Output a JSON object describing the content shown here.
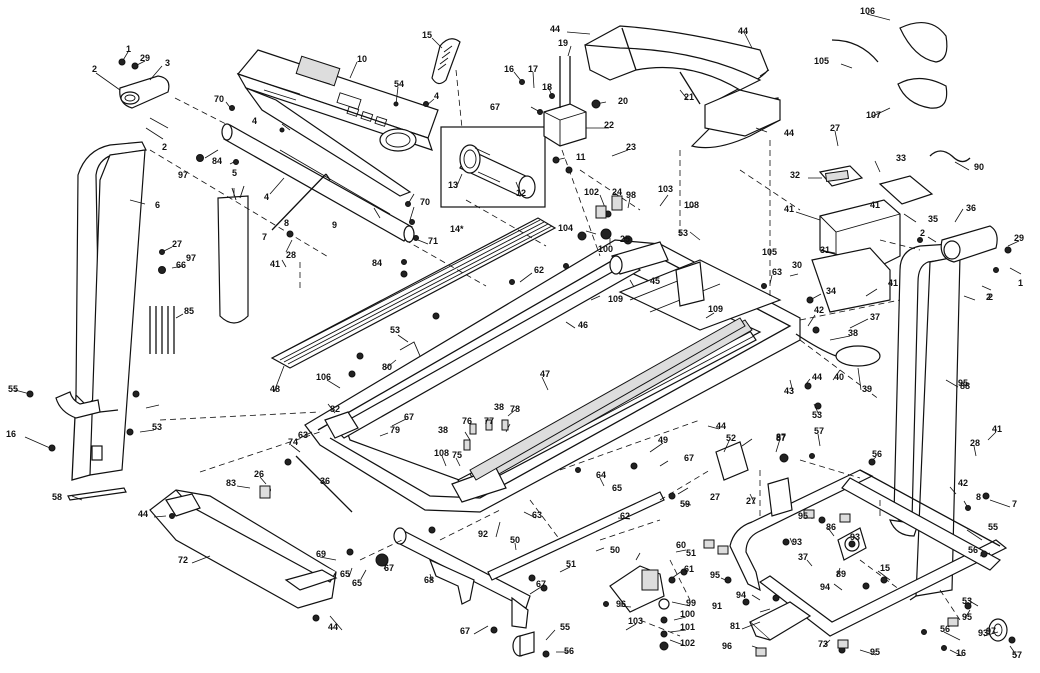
{
  "diagram": {
    "callouts": [
      {
        "id": "c1",
        "text": "1"
      },
      {
        "id": "c2",
        "text": "2"
      },
      {
        "id": "c3",
        "text": "3"
      },
      {
        "id": "c29a",
        "text": "29"
      },
      {
        "id": "c2b",
        "text": "2"
      },
      {
        "id": "c6",
        "text": "6"
      },
      {
        "id": "c97a",
        "text": "97"
      },
      {
        "id": "c70a",
        "text": "70"
      },
      {
        "id": "c84a",
        "text": "84"
      },
      {
        "id": "c5",
        "text": "5"
      },
      {
        "id": "c4a",
        "text": "4"
      },
      {
        "id": "c4b",
        "text": "4"
      },
      {
        "id": "c7",
        "text": "7"
      },
      {
        "id": "c8",
        "text": "8"
      },
      {
        "id": "c9",
        "text": "9"
      },
      {
        "id": "c10",
        "text": "10"
      },
      {
        "id": "c54",
        "text": "54"
      },
      {
        "id": "c4c",
        "text": "4"
      },
      {
        "id": "c15",
        "text": "15"
      },
      {
        "id": "c44a",
        "text": "44"
      },
      {
        "id": "c44b",
        "text": "44"
      },
      {
        "id": "c21",
        "text": "21"
      },
      {
        "id": "c44c",
        "text": "44"
      },
      {
        "id": "c16",
        "text": "16"
      },
      {
        "id": "c17",
        "text": "17"
      },
      {
        "id": "c18",
        "text": "18"
      },
      {
        "id": "c19",
        "text": "19"
      },
      {
        "id": "c20",
        "text": "20"
      },
      {
        "id": "c67a",
        "text": "67"
      },
      {
        "id": "c22",
        "text": "22"
      },
      {
        "id": "c11",
        "text": "11"
      },
      {
        "id": "c23",
        "text": "23"
      },
      {
        "id": "c13",
        "text": "13"
      },
      {
        "id": "c12",
        "text": "12"
      },
      {
        "id": "c14",
        "text": "14*"
      },
      {
        "id": "c106a",
        "text": "106"
      },
      {
        "id": "c105",
        "text": "105"
      },
      {
        "id": "c107",
        "text": "107"
      },
      {
        "id": "c27a",
        "text": "27"
      },
      {
        "id": "c90",
        "text": "90"
      },
      {
        "id": "c33",
        "text": "33"
      },
      {
        "id": "c32",
        "text": "32"
      },
      {
        "id": "c35",
        "text": "35"
      },
      {
        "id": "c41a",
        "text": "41"
      },
      {
        "id": "c41b",
        "text": "41"
      },
      {
        "id": "c31",
        "text": "31"
      },
      {
        "id": "c36",
        "text": "36"
      },
      {
        "id": "c29b",
        "text": "29"
      },
      {
        "id": "c2c",
        "text": "2"
      },
      {
        "id": "c1b",
        "text": "1"
      },
      {
        "id": "c2d",
        "text": "2"
      },
      {
        "id": "c97b",
        "text": "97"
      },
      {
        "id": "c70b",
        "text": "70"
      },
      {
        "id": "c71",
        "text": "71"
      },
      {
        "id": "c41c",
        "text": "41"
      },
      {
        "id": "c28a",
        "text": "28"
      },
      {
        "id": "c84b",
        "text": "84"
      },
      {
        "id": "c27b",
        "text": "27"
      },
      {
        "id": "c66",
        "text": "66"
      },
      {
        "id": "c85",
        "text": "85"
      },
      {
        "id": "c102a",
        "text": "102"
      },
      {
        "id": "c24",
        "text": "24"
      },
      {
        "id": "c98",
        "text": "98"
      },
      {
        "id": "c103a",
        "text": "103"
      },
      {
        "id": "c108a",
        "text": "108"
      },
      {
        "id": "c104",
        "text": "104"
      },
      {
        "id": "c100a",
        "text": "100"
      },
      {
        "id": "c25",
        "text": "25"
      },
      {
        "id": "c53a",
        "text": "53"
      },
      {
        "id": "c105b",
        "text": "105"
      },
      {
        "id": "c63a",
        "text": "63"
      },
      {
        "id": "c30",
        "text": "30"
      },
      {
        "id": "c34",
        "text": "34"
      },
      {
        "id": "c41d",
        "text": "41"
      },
      {
        "id": "c2e",
        "text": "2"
      },
      {
        "id": "c62",
        "text": "62"
      },
      {
        "id": "c45",
        "text": "45"
      },
      {
        "id": "c109a",
        "text": "109"
      },
      {
        "id": "c109b",
        "text": "109"
      },
      {
        "id": "c46",
        "text": "46"
      },
      {
        "id": "c42",
        "text": "42"
      },
      {
        "id": "c37",
        "text": "37"
      },
      {
        "id": "c38",
        "text": "38"
      },
      {
        "id": "c40",
        "text": "40"
      },
      {
        "id": "c39",
        "text": "39"
      },
      {
        "id": "c48",
        "text": "48"
      },
      {
        "id": "c53b",
        "text": "53"
      },
      {
        "id": "c80",
        "text": "80"
      },
      {
        "id": "c55a",
        "text": "55"
      },
      {
        "id": "c95a",
        "text": "95"
      },
      {
        "id": "c106b",
        "text": "106"
      },
      {
        "id": "c47",
        "text": "47"
      },
      {
        "id": "c43",
        "text": "43"
      },
      {
        "id": "c44d",
        "text": "44"
      },
      {
        "id": "c53c",
        "text": "53"
      },
      {
        "id": "c88",
        "text": "88"
      },
      {
        "id": "c16b",
        "text": "16"
      },
      {
        "id": "c53d",
        "text": "53"
      },
      {
        "id": "c82",
        "text": "82"
      },
      {
        "id": "c67b",
        "text": "67"
      },
      {
        "id": "c87a",
        "text": "87"
      },
      {
        "id": "c74",
        "text": "74"
      },
      {
        "id": "c63b",
        "text": "63"
      },
      {
        "id": "c79",
        "text": "79"
      },
      {
        "id": "c38b",
        "text": "38"
      },
      {
        "id": "c76",
        "text": "76"
      },
      {
        "id": "c77",
        "text": "77"
      },
      {
        "id": "c38c",
        "text": "38"
      },
      {
        "id": "c78",
        "text": "78"
      },
      {
        "id": "c49",
        "text": "49"
      },
      {
        "id": "c44e",
        "text": "44"
      },
      {
        "id": "c52",
        "text": "52"
      },
      {
        "id": "c87b",
        "text": "87"
      },
      {
        "id": "c57a",
        "text": "57"
      },
      {
        "id": "c56a",
        "text": "56"
      },
      {
        "id": "c28b",
        "text": "28"
      },
      {
        "id": "c41e",
        "text": "41"
      },
      {
        "id": "c58",
        "text": "58"
      },
      {
        "id": "c26",
        "text": "26"
      },
      {
        "id": "c83",
        "text": "83"
      },
      {
        "id": "c36b",
        "text": "36"
      },
      {
        "id": "c108b",
        "text": "108"
      },
      {
        "id": "c75",
        "text": "75"
      },
      {
        "id": "c64",
        "text": "64"
      },
      {
        "id": "c67c",
        "text": "67"
      },
      {
        "id": "c65a",
        "text": "65"
      },
      {
        "id": "c63c",
        "text": "63"
      },
      {
        "id": "c27c",
        "text": "27"
      },
      {
        "id": "c27d",
        "text": "27"
      },
      {
        "id": "c42b",
        "text": "42"
      },
      {
        "id": "c8b",
        "text": "8"
      },
      {
        "id": "c7b",
        "text": "7"
      },
      {
        "id": "c44f",
        "text": "44"
      },
      {
        "id": "c72",
        "text": "72"
      },
      {
        "id": "c69",
        "text": "69"
      },
      {
        "id": "c92",
        "text": "92"
      },
      {
        "id": "c50a",
        "text": "50"
      },
      {
        "id": "c62b",
        "text": "62"
      },
      {
        "id": "c59",
        "text": "59"
      },
      {
        "id": "c95b",
        "text": "95"
      },
      {
        "id": "c86",
        "text": "86"
      },
      {
        "id": "c93a",
        "text": "93"
      },
      {
        "id": "c93b",
        "text": "93"
      },
      {
        "id": "c55b",
        "text": "55"
      },
      {
        "id": "c56b",
        "text": "56"
      },
      {
        "id": "c37b",
        "text": "37"
      },
      {
        "id": "c89",
        "text": "89"
      },
      {
        "id": "c94a",
        "text": "94"
      },
      {
        "id": "c15b",
        "text": "15"
      },
      {
        "id": "c65b",
        "text": "65"
      },
      {
        "id": "c65c",
        "text": "65"
      },
      {
        "id": "c67d",
        "text": "67"
      },
      {
        "id": "c68",
        "text": "68"
      },
      {
        "id": "c51a",
        "text": "51"
      },
      {
        "id": "c51b",
        "text": "51"
      },
      {
        "id": "c60",
        "text": "60"
      },
      {
        "id": "c50b",
        "text": "50"
      },
      {
        "id": "c61",
        "text": "61"
      },
      {
        "id": "c95c",
        "text": "95"
      },
      {
        "id": "c94b",
        "text": "94"
      },
      {
        "id": "c91",
        "text": "91"
      },
      {
        "id": "c99",
        "text": "99"
      },
      {
        "id": "c96a",
        "text": "96"
      },
      {
        "id": "c67e",
        "text": "67"
      },
      {
        "id": "c44g",
        "text": "44"
      },
      {
        "id": "c67f",
        "text": "67"
      },
      {
        "id": "c55c",
        "text": "55"
      },
      {
        "id": "c103b",
        "text": "103"
      },
      {
        "id": "c100b",
        "text": "100"
      },
      {
        "id": "c101",
        "text": "101"
      },
      {
        "id": "c102b",
        "text": "102"
      },
      {
        "id": "c81",
        "text": "81"
      },
      {
        "id": "c96b",
        "text": "96"
      },
      {
        "id": "c73",
        "text": "73"
      },
      {
        "id": "c95d",
        "text": "95"
      },
      {
        "id": "c16c",
        "text": "16"
      },
      {
        "id": "c56c",
        "text": "56"
      },
      {
        "id": "c93c",
        "text": "93"
      },
      {
        "id": "c57b",
        "text": "57"
      },
      {
        "id": "c95e",
        "text": "95"
      },
      {
        "id": "c53e",
        "text": "53"
      },
      {
        "id": "c56d",
        "text": "56"
      },
      {
        "id": "c97c",
        "text": "97"
      }
    ]
  }
}
